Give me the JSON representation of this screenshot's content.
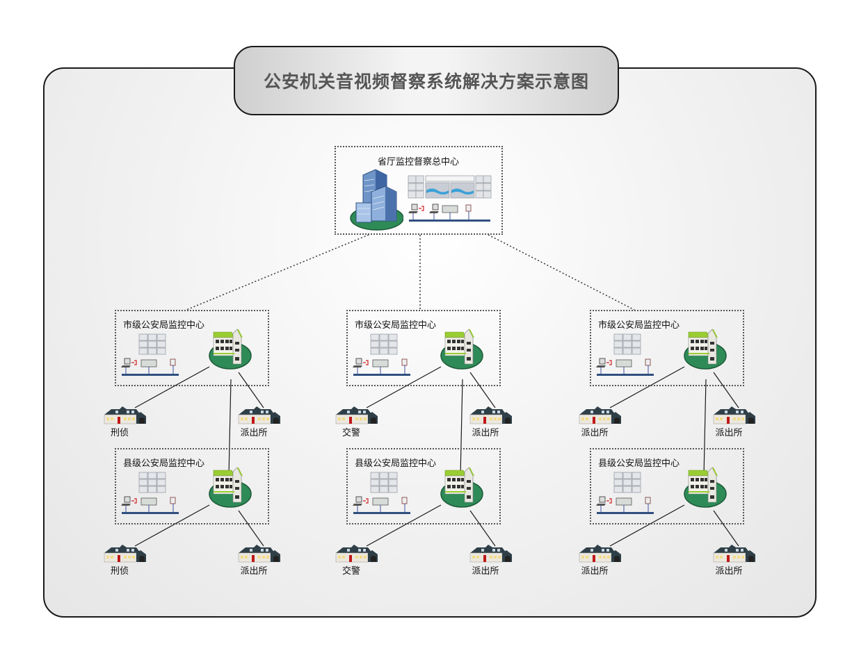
{
  "title": "公安机关音视频督察系统解决方案示意图",
  "province": {
    "label": "省厅监控督察总中心"
  },
  "columns": [
    {
      "city": {
        "label": "市级公安局监控中心",
        "leaves": [
          "刑侦",
          "派出所"
        ]
      },
      "county": {
        "label": "县级公安局监控中心",
        "leaves": [
          "刑侦",
          "派出所"
        ]
      }
    },
    {
      "city": {
        "label": "市级公安局监控中心",
        "leaves": [
          "交警",
          "派出所"
        ]
      },
      "county": {
        "label": "县级公安局监控中心",
        "leaves": [
          "交警",
          "派出所"
        ]
      }
    },
    {
      "city": {
        "label": "市级公安局监控中心",
        "leaves": [
          "派出所",
          "派出所"
        ]
      },
      "county": {
        "label": "县级公安局监控中心",
        "leaves": [
          "派出所",
          "派出所"
        ]
      }
    }
  ],
  "icons": {
    "hq": "office-tower-icon",
    "center": "green-building-icon",
    "leaf": "house-icon",
    "video_wall": "video-wall-icon",
    "workstation": "workstation-icon",
    "server": "server-icon",
    "camera": "camera-icon"
  },
  "colors": {
    "title_text": "#555555",
    "ellipse_green": "#2e8b57",
    "roof_green": "#9acd32",
    "network_bus": "#2f4f7f",
    "line": "#1a1a1a"
  }
}
